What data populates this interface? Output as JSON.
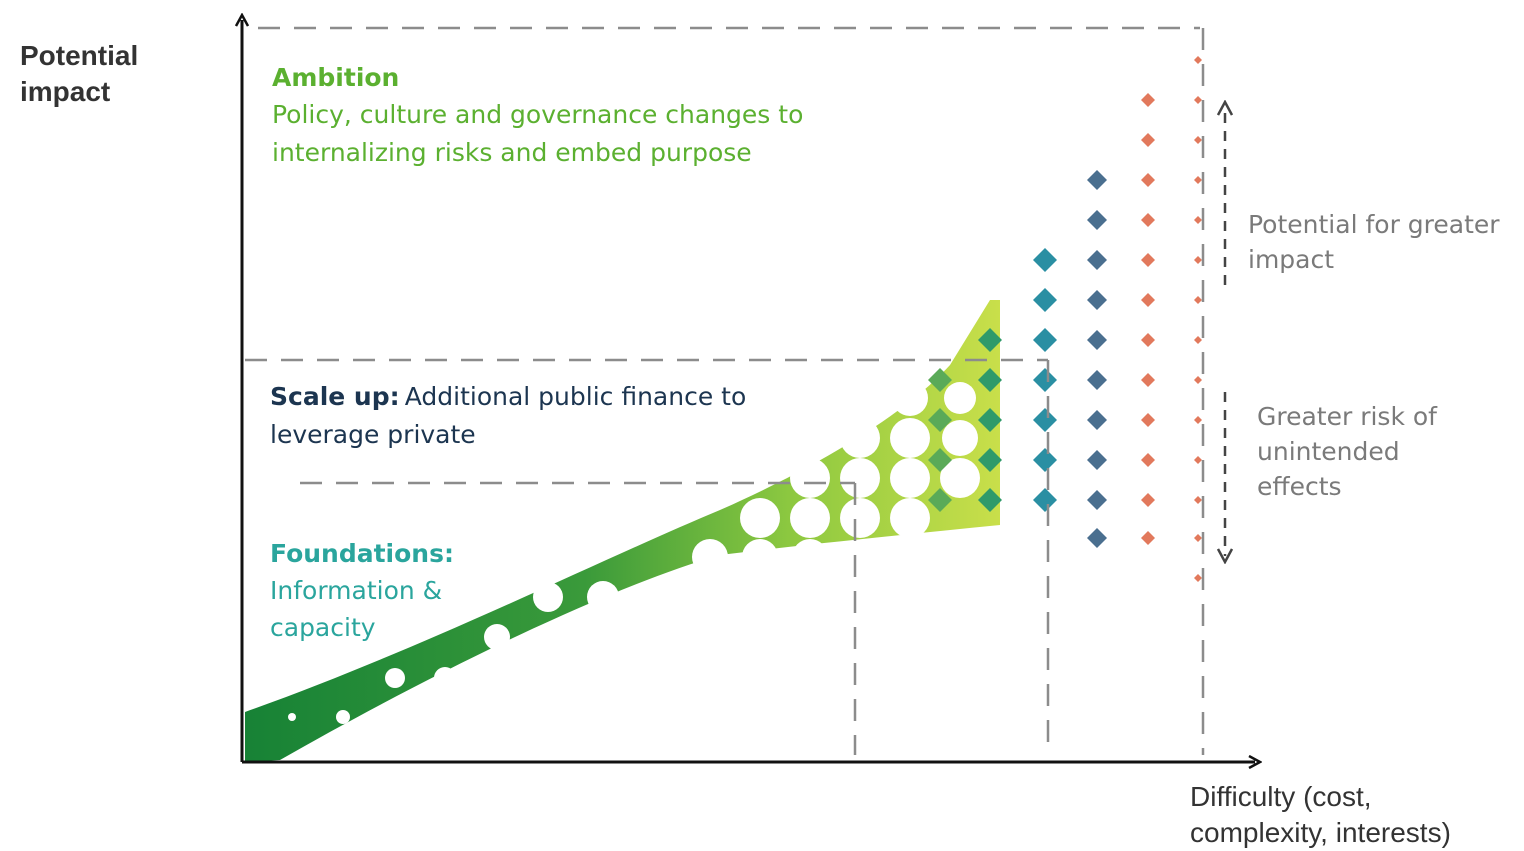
{
  "axes": {
    "y_label": "Potential\nimpact",
    "x_label": "Difficulty (cost,\ncomplexity, interests)"
  },
  "stages": {
    "ambition": {
      "title": "Ambition",
      "description": "Policy, culture and governance changes to\ninternalizing risks and embed purpose",
      "color": "#5bb030"
    },
    "scale_up": {
      "title": "Scale up:",
      "description": "Additional public finance to\nleverage private",
      "color": "#1c3550"
    },
    "foundations": {
      "title": "Foundations:",
      "description": "Information &\ncapacity",
      "color": "#2aa59d"
    }
  },
  "annotations": {
    "upper": "Potential for greater\nimpact",
    "lower": "Greater risk of\nunintended\neffects"
  },
  "colors": {
    "band_start": "#178236",
    "band_mid": "#8cc840",
    "band_light": "#c9df4a",
    "teal_markers": "#2a8fa3",
    "slate_markers": "#4a6f8f",
    "orange_markers": "#e2795c",
    "guide_lines": "#8c8c8c",
    "axis": "#111111"
  }
}
